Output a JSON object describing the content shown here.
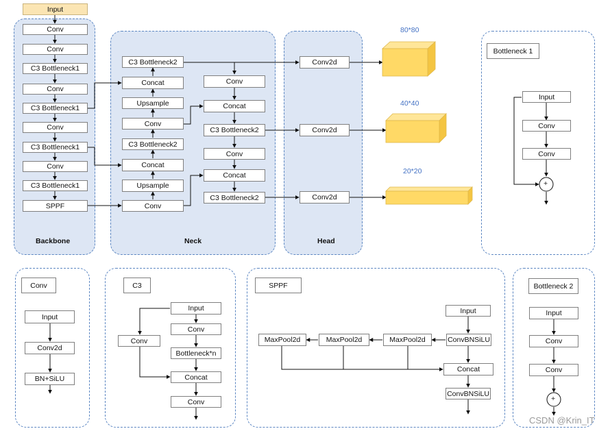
{
  "top": {
    "input": "Input"
  },
  "backbone": {
    "label": "Backbone",
    "layers": [
      "Conv",
      "Conv",
      "C3 Bottleneck1",
      "Conv",
      "C3 Bottleneck1",
      "Conv",
      "C3 Bottleneck1",
      "Conv",
      "C3 Bottleneck1",
      "SPPF"
    ]
  },
  "neck": {
    "label": "Neck",
    "left_column": [
      "C3 Bottleneck2",
      "Concat",
      "Upsample",
      "Conv",
      "C3 Bottleneck2",
      "Concat",
      "Upsample",
      "Conv"
    ],
    "right_column": [
      "Conv",
      "Concat",
      "C3 Bottleneck2",
      "Conv",
      "Concat",
      "C3 Bottleneck2"
    ]
  },
  "head": {
    "label": "Head",
    "layers": [
      "Conv2d",
      "Conv2d",
      "Conv2d"
    ]
  },
  "outputs": [
    "80*80",
    "40*40",
    "20*20"
  ],
  "bottleneck1": {
    "title": "Bottleneck 1",
    "nodes": [
      "Input",
      "Conv",
      "Conv"
    ],
    "sum": "+"
  },
  "conv_module": {
    "title": "Conv",
    "nodes": [
      "Input",
      "Conv2d",
      "BN+SiLU"
    ]
  },
  "c3_module": {
    "title": "C3",
    "nodes": [
      "Input",
      "Conv",
      "Bottleneck*n",
      "Concat",
      "Conv",
      "Conv"
    ]
  },
  "sppf_module": {
    "title": "SPPF",
    "nodes": [
      "Input",
      "ConvBNSiLU",
      "MaxPool2d",
      "MaxPool2d",
      "MaxPool2d",
      "Concat",
      "ConvBNSiLU"
    ]
  },
  "bottleneck2": {
    "title": "Bottleneck 2",
    "nodes": [
      "Input",
      "Conv",
      "Conv"
    ],
    "sum": "+"
  },
  "watermark": "CSDN @Krin_IT",
  "colors": {
    "panel_fill": "#dde6f4",
    "panel_border": "#5b86c2",
    "feature_map": "#ffd966",
    "dim_text": "#4472c4"
  }
}
